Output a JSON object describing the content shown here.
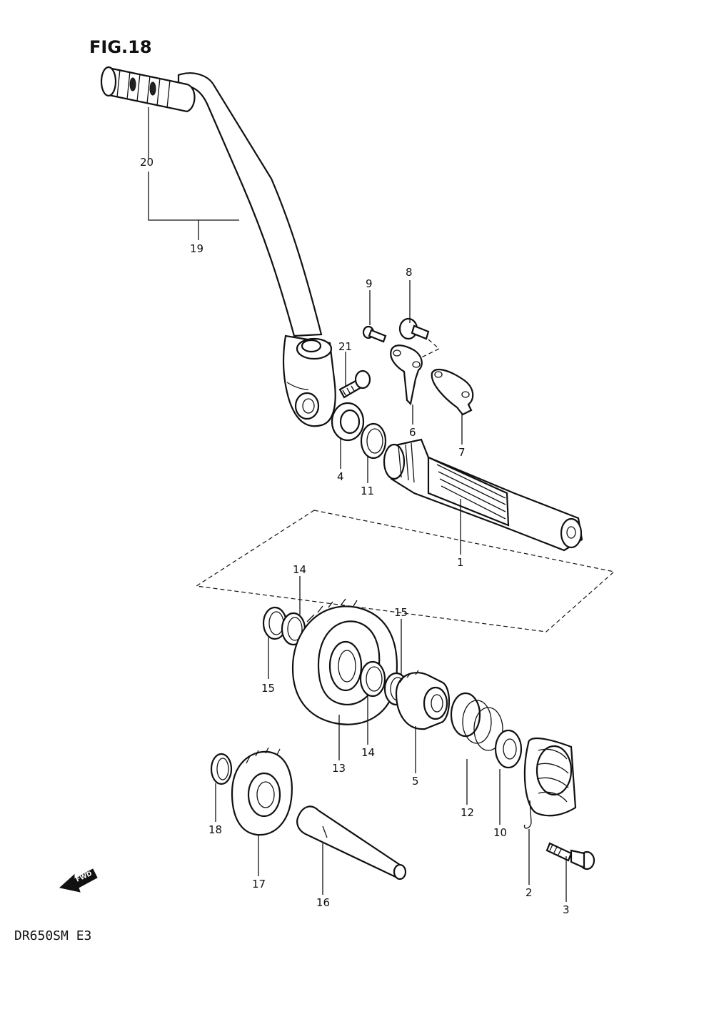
{
  "figure": {
    "title": "FIG.18",
    "model_code": "DR650SM  E3",
    "fwd_label": "FWD"
  },
  "callouts": [
    {
      "id": "c1",
      "label": "1"
    },
    {
      "id": "c2",
      "label": "2"
    },
    {
      "id": "c3",
      "label": "3"
    },
    {
      "id": "c4",
      "label": "4"
    },
    {
      "id": "c5",
      "label": "5"
    },
    {
      "id": "c6",
      "label": "6"
    },
    {
      "id": "c7",
      "label": "7"
    },
    {
      "id": "c8",
      "label": "8"
    },
    {
      "id": "c9",
      "label": "9"
    },
    {
      "id": "c10",
      "label": "10"
    },
    {
      "id": "c11",
      "label": "11"
    },
    {
      "id": "c12",
      "label": "12"
    },
    {
      "id": "c13",
      "label": "13"
    },
    {
      "id": "c14a",
      "label": "14"
    },
    {
      "id": "c14b",
      "label": "14"
    },
    {
      "id": "c15a",
      "label": "15"
    },
    {
      "id": "c15b",
      "label": "15"
    },
    {
      "id": "c16",
      "label": "16"
    },
    {
      "id": "c17",
      "label": "17"
    },
    {
      "id": "c18",
      "label": "18"
    },
    {
      "id": "c19",
      "label": "19"
    },
    {
      "id": "c20",
      "label": "20"
    },
    {
      "id": "c21",
      "label": "21"
    }
  ]
}
